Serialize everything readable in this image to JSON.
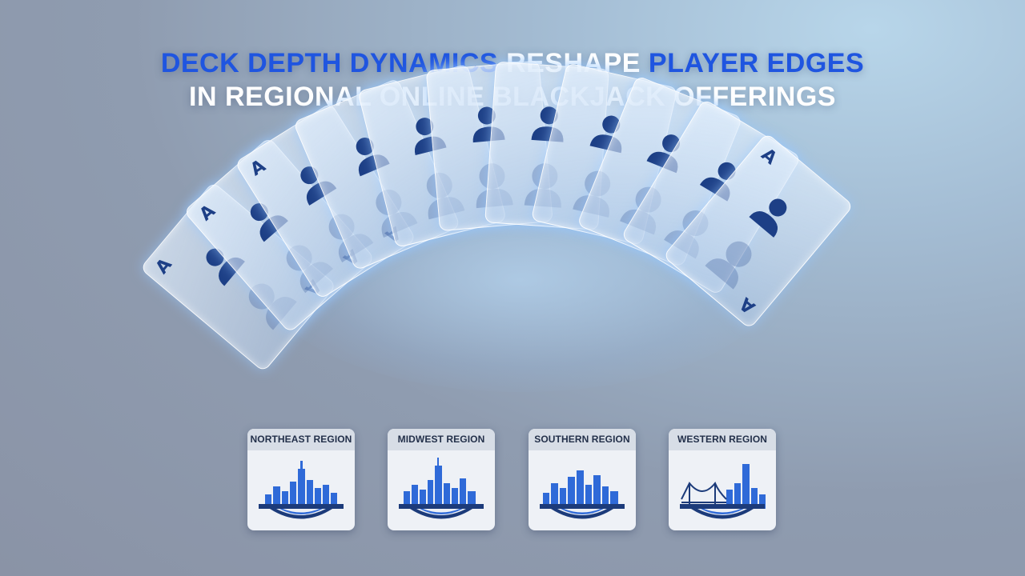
{
  "title": {
    "line1_part1": "DECK DEPTH DYNAMICS",
    "line1_part2": " RESHAPE ",
    "line1_part3": "PLAYER EDGES",
    "line2": "IN REGIONAL ONLINE BLACKJACK OFFERINGS"
  },
  "colors": {
    "accent": "#1f55e0",
    "card_ink": "#1d3f86",
    "skyline": "#2f6ad8"
  },
  "cards": [
    {
      "rank": "A",
      "icon": "person-icon"
    },
    {
      "rank": "A",
      "icon": "person-icon"
    },
    {
      "rank": "A",
      "icon": "person-icon"
    },
    {
      "rank": "",
      "icon": "person-icon"
    },
    {
      "rank": "",
      "icon": "person-icon"
    },
    {
      "rank": "",
      "icon": "person-icon"
    },
    {
      "rank": "",
      "icon": "person-icon"
    },
    {
      "rank": "",
      "icon": "person-icon"
    },
    {
      "rank": "",
      "icon": "person-icon"
    },
    {
      "rank": "",
      "icon": "person-icon"
    },
    {
      "rank": "A",
      "icon": "person-icon"
    }
  ],
  "regions": [
    {
      "label": "NORTHEAST REGION",
      "icon": "skyline-icon"
    },
    {
      "label": "MIDWEST REGION",
      "icon": "skyline-icon"
    },
    {
      "label": "SOUTHERN REGION",
      "icon": "skyline-icon"
    },
    {
      "label": "WESTERN REGION",
      "icon": "skyline-bridge-icon"
    }
  ]
}
